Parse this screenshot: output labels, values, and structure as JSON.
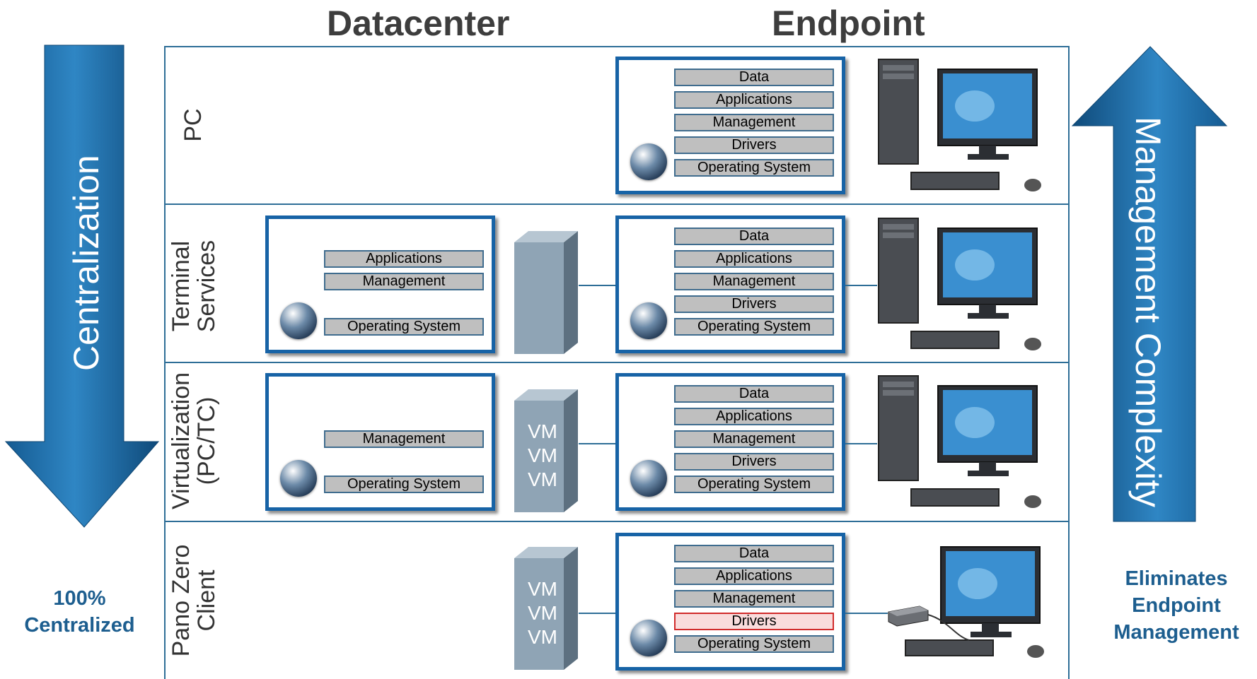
{
  "headers": {
    "datacenter": "Datacenter",
    "endpoint": "Endpoint"
  },
  "left_arrow": {
    "label": "Centralization",
    "caption_line1": "100%",
    "caption_line2": "Centralized"
  },
  "right_arrow": {
    "label": "Management Complexity",
    "caption_line1": "Eliminates",
    "caption_line2": "Endpoint",
    "caption_line3": "Management"
  },
  "rows": [
    {
      "label_line1": "PC",
      "label_line2": ""
    },
    {
      "label_line1": "Terminal",
      "label_line2": "Services"
    },
    {
      "label_line1": "Virtualization",
      "label_line2": "(PC/TC)"
    },
    {
      "label_line1": "Pano Zero",
      "label_line2": "Client"
    }
  ],
  "layers": {
    "data": "Data",
    "applications": "Applications",
    "management": "Management",
    "drivers": "Drivers",
    "operating_system": "Operating System"
  },
  "vm_label": "VM",
  "colors": {
    "accent": "#1763a6",
    "grid_line": "#2e6e97",
    "highlight_border": "#d12b2b"
  }
}
